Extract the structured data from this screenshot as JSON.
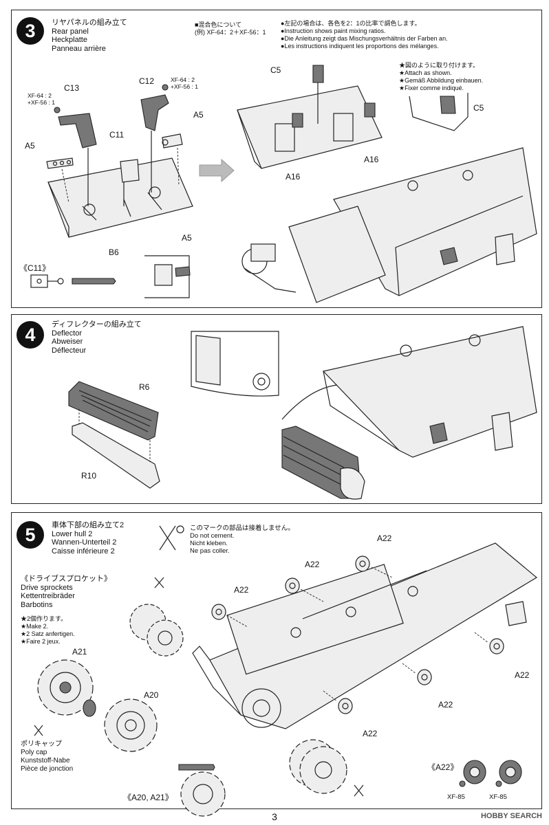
{
  "step3": {
    "num": "3",
    "title_jp": "リヤパネルの組み立て",
    "title_en": "Rear panel",
    "title_de": "Heckplatte",
    "title_fr": "Panneau arrière",
    "mix_jp": "■混合色について",
    "mix_example": "(例) XF-64：2＋XF-56：1",
    "notes": [
      "●左記の場合は、各色を2：1の比率で調色します。",
      "●Instruction shows paint mixing ratios.",
      "●Die Anleitung zeigt das Mischungsverhältnis der Farben an.",
      "●Les instructions indiquent les proportions des mélanges."
    ],
    "attach_notes": [
      "★図のように取り付けます。",
      "★Attach as shown.",
      "★Gemäß Abbildung einbauen.",
      "★Fixer comme indiqué."
    ],
    "color_c13_1": "XF-64 : 2",
    "color_c13_2": "+XF-56 : 1",
    "color_c12_1": "XF-64 : 2",
    "color_c12_2": "+XF-56 : 1",
    "labels": {
      "c13": "C13",
      "c12": "C12",
      "c11": "C11",
      "a5a": "A5",
      "a5b": "A5",
      "a5c": "A5",
      "b6": "B6",
      "c5a": "C5",
      "c5b": "C5",
      "a16a": "A16",
      "a16b": "A16",
      "c11_detail": "《C11》"
    }
  },
  "step4": {
    "num": "4",
    "title_jp": "ディフレクターの組み立て",
    "title_en": "Deflector",
    "title_de": "Abweiser",
    "title_fr": "Déflecteur",
    "labels": {
      "r6": "R6",
      "r10": "R10"
    }
  },
  "step5": {
    "num": "5",
    "title_jp": "車体下部の組み立て2",
    "title_en": "Lower hull 2",
    "title_de": "Wannen-Unterteil 2",
    "title_fr": "Caisse inférieure 2",
    "nocement": [
      "このマークの部品は接着しません。",
      "Do not cement.",
      "Nicht kleben.",
      "Ne pas coller."
    ],
    "sprocket_title": [
      "《ドライブスプロケット》",
      "Drive sprockets",
      "Kettentreibräder",
      "Barbotins"
    ],
    "make2": [
      "★2個作ります。",
      "★Make 2.",
      "★2 Satz anfertigen.",
      "★Faire 2 jeux."
    ],
    "polycap": [
      "ポリキャップ",
      "Poly cap",
      "Kunststoff-Nabe",
      "Pièce de jonction"
    ],
    "labels": {
      "a22_1": "A22",
      "a22_2": "A22",
      "a22_3": "A22",
      "a22_4": "A22",
      "a22_5": "A22",
      "a22_6": "A22",
      "a21": "A21",
      "a20": "A20",
      "a20a21": "《A20, A21》",
      "a22_detail": "《A22》"
    },
    "xf85_a": "XF-85",
    "xf85_b": "XF-85"
  },
  "page_number": "3",
  "watermark": "HOBBY SEARCH"
}
